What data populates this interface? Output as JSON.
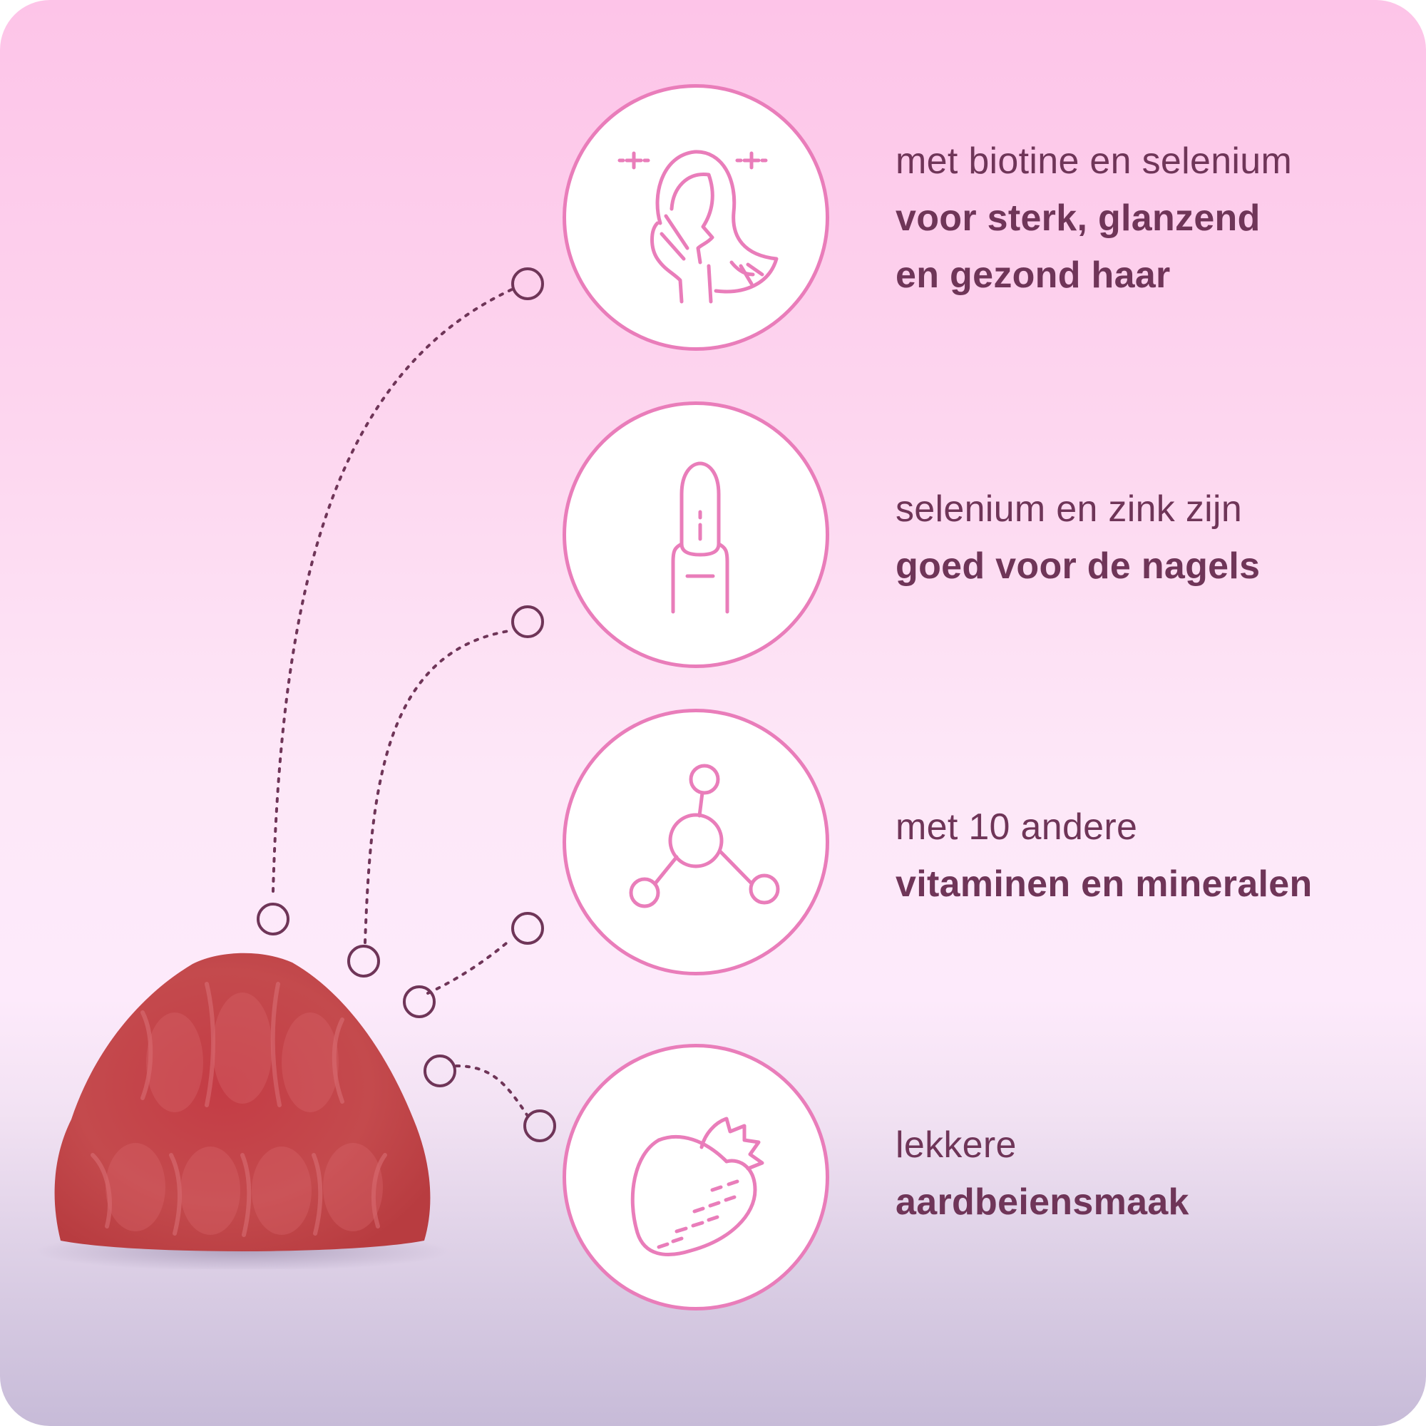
{
  "features": [
    {
      "id": "hair",
      "icon": "woman-hair-icon",
      "lines": [
        "met biotine en selenium",
        "voor sterk, glanzend",
        "en gezond haar"
      ]
    },
    {
      "id": "nails",
      "icon": "fingernail-icon",
      "lines": [
        "selenium en zink zijn",
        "goed voor de nagels"
      ]
    },
    {
      "id": "vitamins",
      "icon": "molecule-icon",
      "lines": [
        "met 10 andere",
        "vitaminen en mineralen"
      ]
    },
    {
      "id": "taste",
      "icon": "strawberry-icon",
      "lines": [
        "lekkere",
        "aardbeiensmaak"
      ]
    }
  ],
  "colors": {
    "text": "#6f3558",
    "icon_stroke": "#e97dba",
    "connector": "#6f3558",
    "gummy": "#c8474c"
  }
}
